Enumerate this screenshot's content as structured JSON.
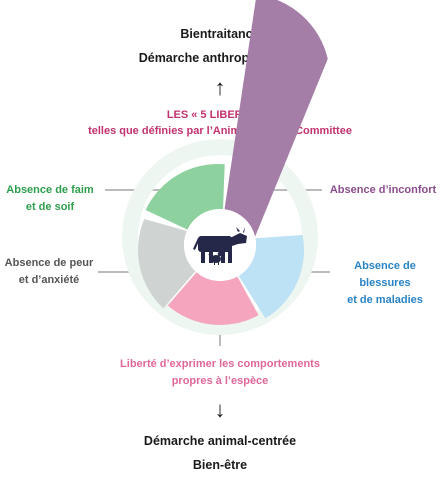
{
  "top": {
    "line1": "Bientraitance",
    "line2": "Démarche anthropocentrée"
  },
  "header": {
    "line1": "LES « 5 LIBERTÉS »",
    "line2": "telles que définies par l’Animal Welfare Committee"
  },
  "freedoms": {
    "hunger": {
      "line1": "Absence de faim",
      "line2": "et de soif",
      "color": "#8dd19e"
    },
    "discomfort": {
      "line1": "Absence d’inconfort",
      "color": "#a57ea7"
    },
    "fear": {
      "line1": "Absence de peur",
      "line2": "et d’anxiété",
      "color": "#cfd4d2"
    },
    "injury": {
      "line1": "Absence de blessures",
      "line2": "et de maladies",
      "color": "#bde1f5"
    },
    "behaviour": {
      "line1": "Liberté d’exprimer les comportements",
      "line2": "propres à l’espèce",
      "color": "#f5a6be"
    }
  },
  "bottom": {
    "line1": "Démarche animal-centrée",
    "line2": "Bien-être"
  },
  "colors": {
    "green_label": "#2e9e4d",
    "purple_label": "#8a4d8c",
    "grey_label": "#555555",
    "blue_label": "#2a83c4",
    "pink_label": "#e0679a",
    "magenta_header": "#c2336f",
    "icon": "#26284a"
  },
  "icons": [
    "cow-icon",
    "chicken-icon",
    "up-arrow-icon",
    "down-arrow-icon"
  ]
}
